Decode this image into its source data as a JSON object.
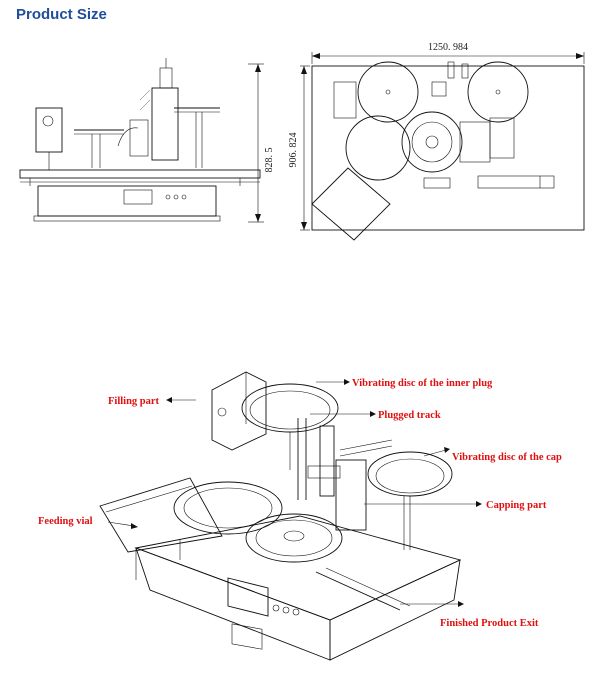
{
  "page": {
    "heading": "Product Size"
  },
  "drawing": {
    "overall_width_label": "1250. 984",
    "front_height_label": "828. 5",
    "top_depth_label": "906. 824"
  },
  "labels": {
    "filling_part": "Filling part",
    "vibrating_disc_inner_plug": "Vibrating disc of the inner plug",
    "plugged_track": "Plugged track",
    "vibrating_disc_cap": "Vibrating disc of the cap",
    "capping_part": "Capping part",
    "feeding_vial": "Feeding vial",
    "finished_product_exit": "Finished Product Exit"
  },
  "colors": {
    "heading": "#1f4e9c",
    "label_red": "#e01010"
  }
}
